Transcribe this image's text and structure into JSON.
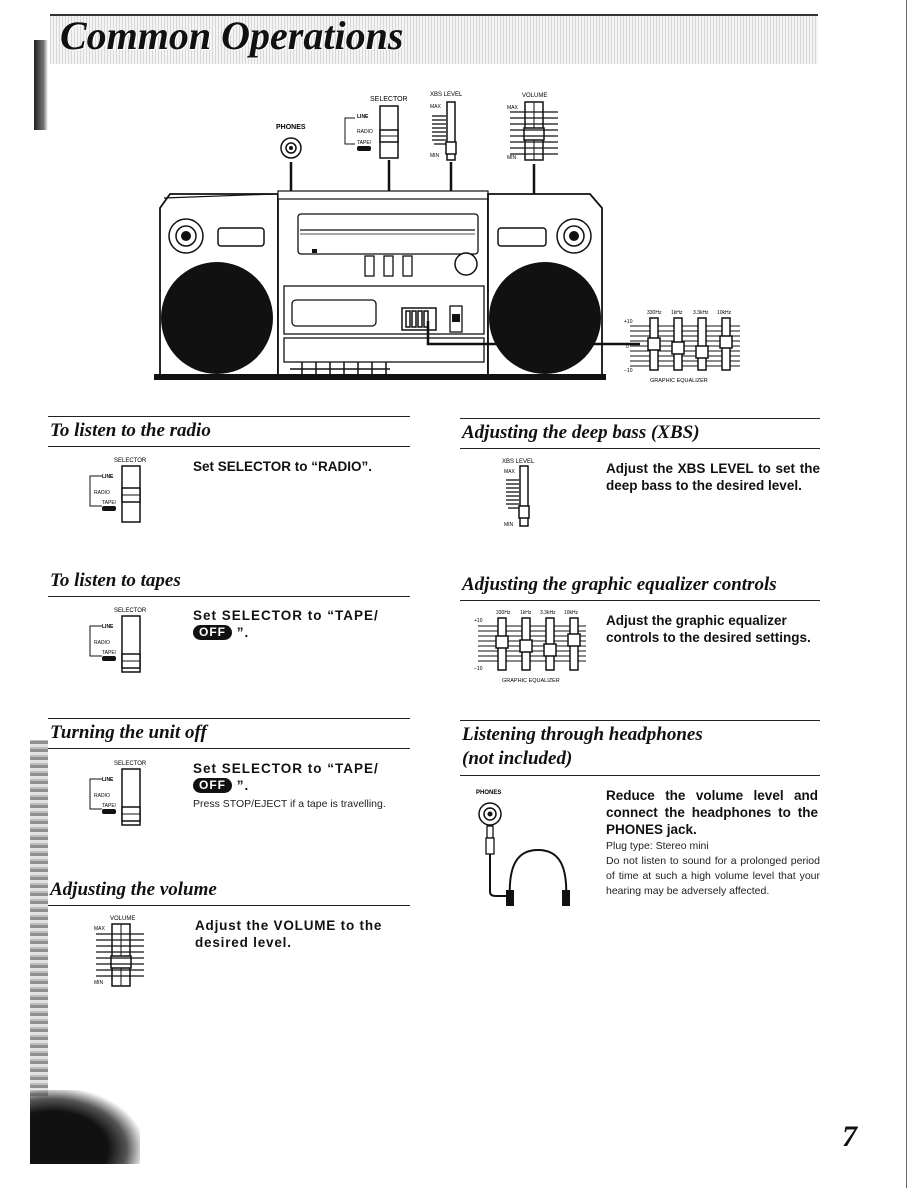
{
  "page": {
    "title": "Common Operations",
    "page_number": "7"
  },
  "main_diagram": {
    "selector_label": "SELECTOR",
    "phones_label": "PHONES",
    "xbs_label": "XBS LEVEL",
    "volume_label": "VOLUME",
    "max": "MAX",
    "min": "MIN",
    "selector_cd_line": "LINE",
    "selector_radio": "RADIO",
    "selector_tape": "TAPE/",
    "eq_freqs": [
      "330Hz",
      "1kHz",
      "3.3kHz",
      "10kHz"
    ],
    "eq_plus": "+10",
    "eq_zero": "0",
    "eq_minus": "−10",
    "eq_label": "GRAPHIC EQUALIZER"
  },
  "sections": {
    "radio": {
      "title": "To listen to the radio",
      "instruction": "Set SELECTOR to “RADIO”."
    },
    "tapes": {
      "title": "To listen to tapes",
      "instruction_pre": "Set SELECTOR to “TAPE/",
      "badge": "OFF",
      "instruction_post": "”."
    },
    "off": {
      "title": "Turning the unit off",
      "instruction_pre": "Set SELECTOR to “TAPE/",
      "badge": "OFF",
      "instruction_post": "”.",
      "note": "Press STOP/EJECT if a tape is travelling."
    },
    "volume": {
      "title": "Adjusting the volume",
      "instruction": "Adjust the VOLUME to the desired level."
    },
    "xbs": {
      "title": "Adjusting the deep bass (XBS)",
      "instruction": "Adjust the XBS LEVEL to set the deep bass to the desired level."
    },
    "eq": {
      "title": "Adjusting the graphic equalizer controls",
      "instruction": "Adjust the graphic equalizer controls to the desired settings."
    },
    "headphones": {
      "title_line1": "Listening through headphones",
      "title_line2": "(not included)",
      "instruction": "Reduce the volume level and connect the headphones to the PHONES jack.",
      "plug": "Plug type: Stereo mini",
      "warning": "Do not listen to sound for a prolonged period of time at such a high volume level that your hearing may be adversely affected."
    }
  }
}
